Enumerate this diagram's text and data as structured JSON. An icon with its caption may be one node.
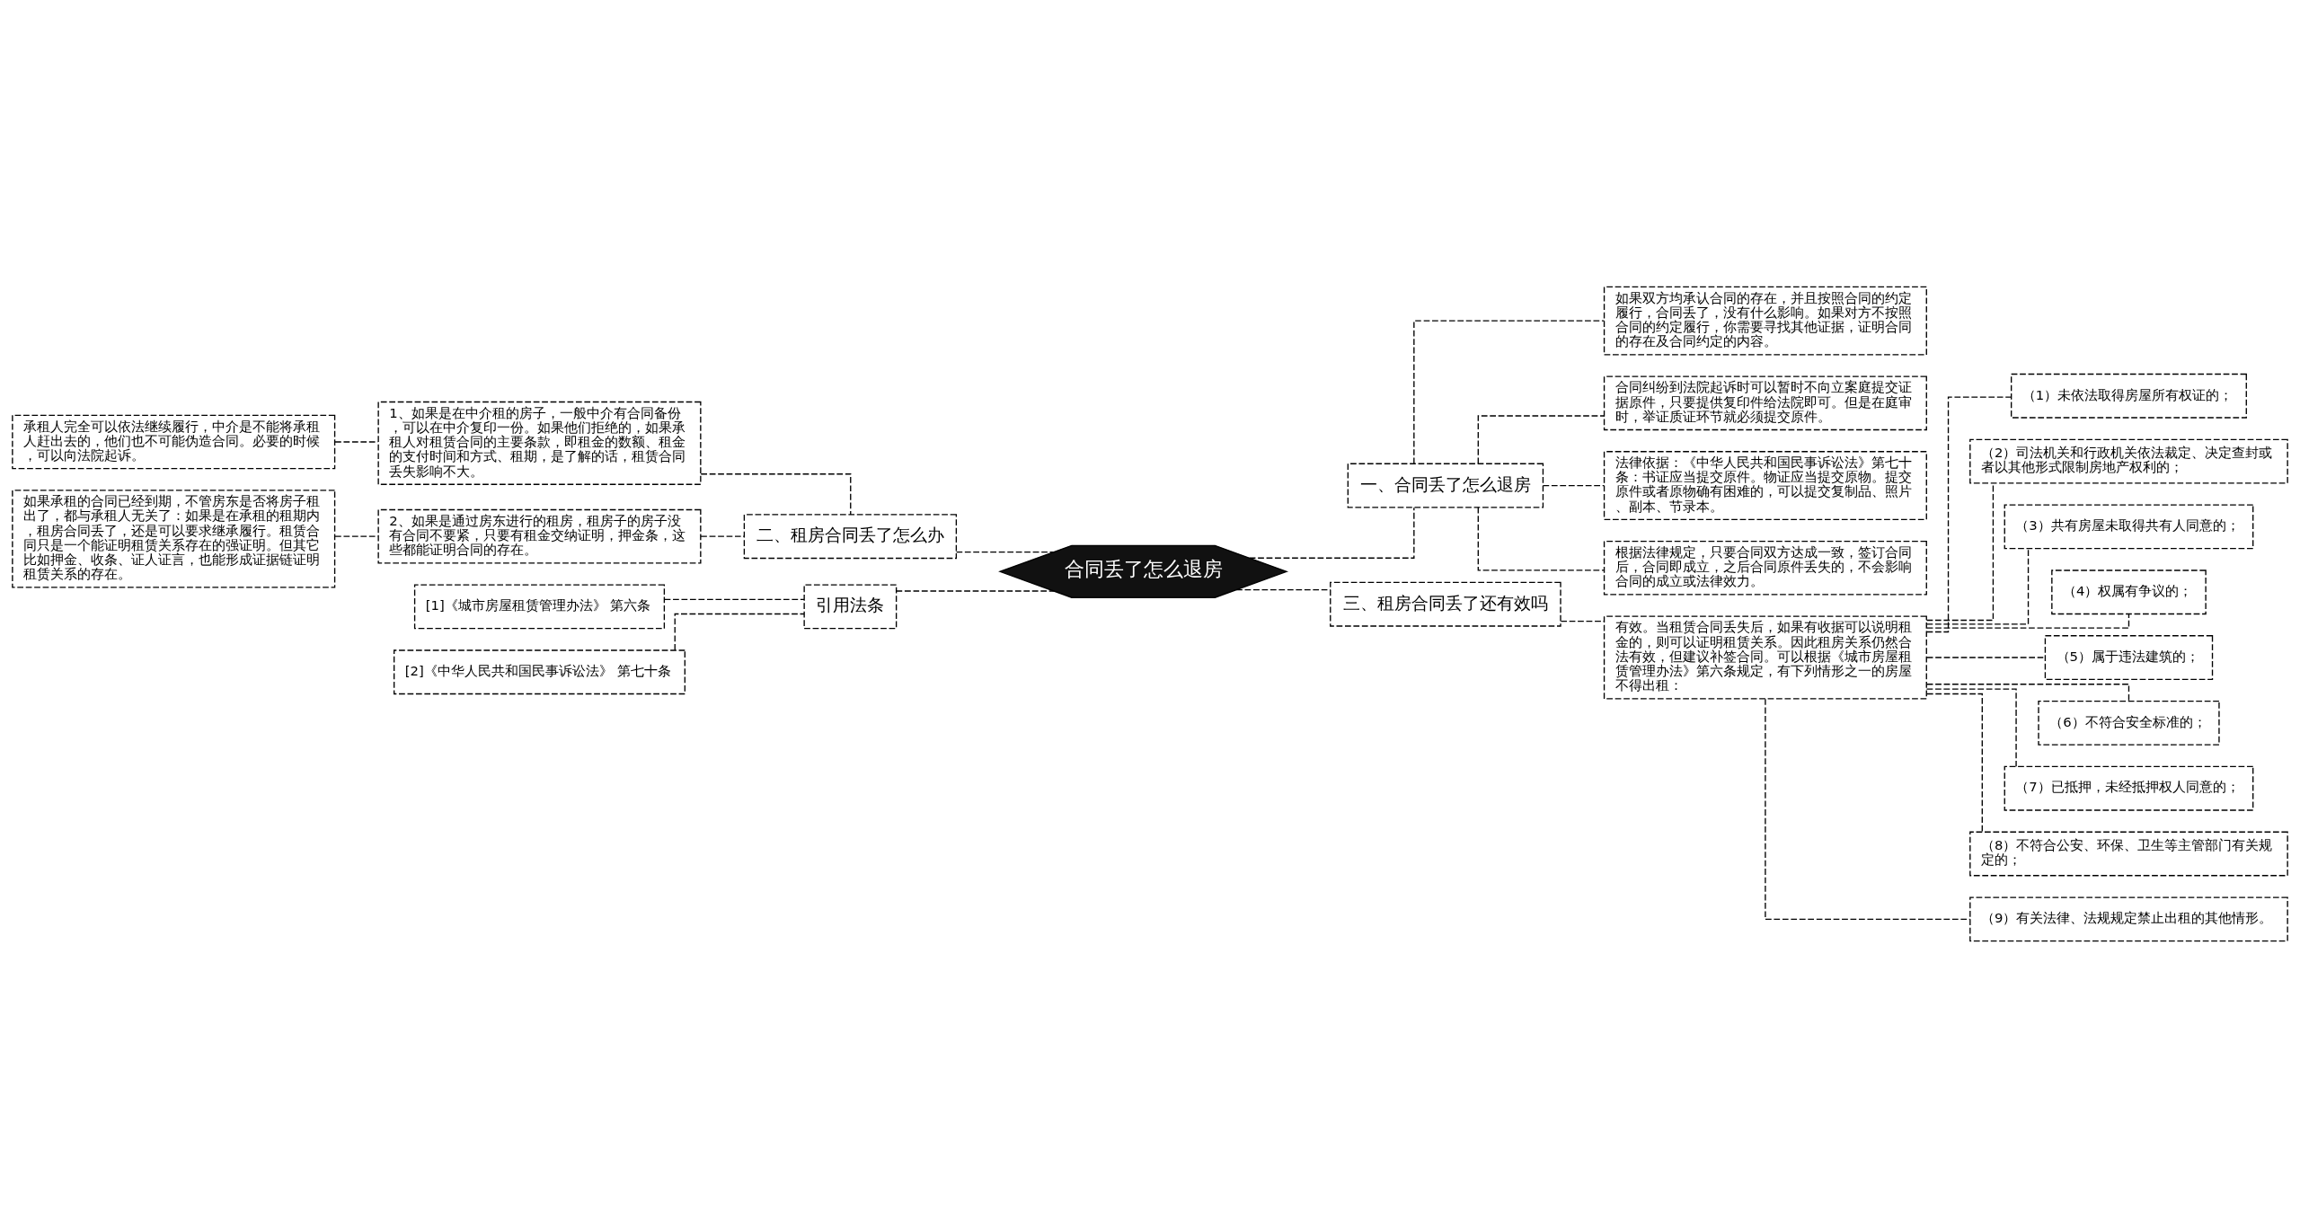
{
  "diagram": {
    "nodes": [
      {
        "text": [
          "合同丢了怎么退房"
        ]
      },
      {
        "text": [
          "一、合同丢了怎么退房"
        ]
      },
      {
        "text": [
          "如果双方均承认合同的存在，并且按照合同的约定履行，合同丢了，没有什么影响。如果对方不按照合同的约定履行，你需要寻找其他证据，证明合同的存在及合同约定的内容。"
        ]
      },
      {
        "text": [
          "合同纠纷到法院起诉时可以暂时不向立案庭提交证据原件，只要提供复印件给法院即可。但是在庭审时，举证质证环节就必须提交原件。"
        ]
      },
      {
        "text": [
          "法律依据：《中华人民共和国民事诉讼法》第七十条：书证应当提交原件。物证应当提交原物。提交原件或者原物确有困难的，可以提交复制品、照片、副本、节录本。"
        ]
      },
      {
        "text": [
          "根据法律规定，只要合同双方达成一致，签订合同后，合同即成立，之后合同原件丢失的，不会影响合同的成立或法律效力。"
        ]
      },
      {
        "text": [
          "二、租房合同丢了怎么办"
        ]
      },
      {
        "text": [
          "1、如果是在中介租的房子，一般中介有合同备份，可以在中介复印一份。如果他们拒绝的，如果承租人对租赁合同的主要条款，即租金的数额、租金的支付时间和方式、租期，是了解的话，租赁合同丢失影响不大。"
        ]
      },
      {
        "text": [
          "承租人完全可以依法继续履行，中介是不能将承租人赶出去的，他们也不可能伪造合同。必要的时候，可以向法院起诉。"
        ]
      },
      {
        "text": [
          "2、如果是通过房东进行的租房，租房子的房子没有合同不要紧，只要有租金交纳证明，押金条，这些都能证明合同的存在。"
        ]
      },
      {
        "text": [
          "如果承租的合同已经到期，不管房东是否将房子租出了，都与承租人无关了：如果是在承租的租期内，租房合同丢了，还是可以要求继承履行。租赁合同只是一个能证明租赁关系存在的强证明。但其它比如押金、收条、证人证言，也能形成证据链证明租赁关系的存在。"
        ]
      },
      {
        "text": [
          "引用法条"
        ]
      },
      {
        "text": [
          "[1]《城市房屋租赁管理办法》 第六条"
        ]
      },
      {
        "text": [
          "[2]《中华人民共和国民事诉讼法》 第七十条"
        ]
      },
      {
        "text": [
          "三、租房合同丢了还有效吗"
        ]
      },
      {
        "text": [
          "有效。当租赁合同丢失后，如果有收据可以说明租金的，则可以证明租赁关系。因此租房关系仍然合法有效，但建议补签合同。可以根据《城市房屋租赁管理办法》第六条规定，有下列情形之一的房屋不得出租："
        ]
      },
      {
        "text": [
          "（1）未依法取得房屋所有权证的；"
        ]
      },
      {
        "text": [
          "（2）司法机关和行政机关依法裁定、决定查封或者以其他形式限制房地产权利的；"
        ]
      },
      {
        "text": [
          "（3）共有房屋未取得共有人同意的；"
        ]
      },
      {
        "text": [
          "（4）权属有争议的；"
        ]
      },
      {
        "text": [
          "（5）属于违法建筑的；"
        ]
      },
      {
        "text": [
          "（6）不符合安全标准的；"
        ]
      },
      {
        "text": [
          "（7）已抵押，未经抵押权人同意的；"
        ]
      },
      {
        "text": [
          "（8）不符合公安、环保、卫生等主管部门有关规定的；"
        ]
      },
      {
        "text": [
          "（9）有关法律、法规规定禁止出租的其他情形。"
        ]
      }
    ],
    "edges": [
      {
        "from": 0,
        "to": 1,
        "arrow": "none"
      },
      {
        "from": 1,
        "to": 2,
        "arrow": "none"
      },
      {
        "from": 1,
        "to": 3,
        "arrow": "none"
      },
      {
        "from": 1,
        "to": 4,
        "arrow": "none"
      },
      {
        "from": 1,
        "to": 5,
        "arrow": "none"
      },
      {
        "from": 0,
        "to": 6,
        "arrow": "none"
      },
      {
        "from": 6,
        "to": 7,
        "arrow": "none"
      },
      {
        "from": 7,
        "to": 8,
        "arrow": "none"
      },
      {
        "from": 6,
        "to": 9,
        "arrow": "none"
      },
      {
        "from": 9,
        "to": 10,
        "arrow": "none"
      },
      {
        "from": 0,
        "to": 11,
        "arrow": "none"
      },
      {
        "from": 11,
        "to": 12,
        "arrow": "none"
      },
      {
        "from": 11,
        "to": 13,
        "arrow": "none"
      },
      {
        "from": 0,
        "to": 14,
        "arrow": "none"
      },
      {
        "from": 14,
        "to": 15,
        "arrow": "none"
      },
      {
        "from": 15,
        "to": 16,
        "arrow": "none"
      },
      {
        "from": 15,
        "to": 17,
        "arrow": "none"
      },
      {
        "from": 15,
        "to": 18,
        "arrow": "none"
      },
      {
        "from": 15,
        "to": 19,
        "arrow": "none"
      },
      {
        "from": 15,
        "to": 20,
        "arrow": "none"
      },
      {
        "from": 15,
        "to": 21,
        "arrow": "none"
      },
      {
        "from": 15,
        "to": 22,
        "arrow": "none"
      },
      {
        "from": 15,
        "to": 23,
        "arrow": "none"
      },
      {
        "from": 15,
        "to": 24,
        "arrow": "none"
      }
    ]
  }
}
